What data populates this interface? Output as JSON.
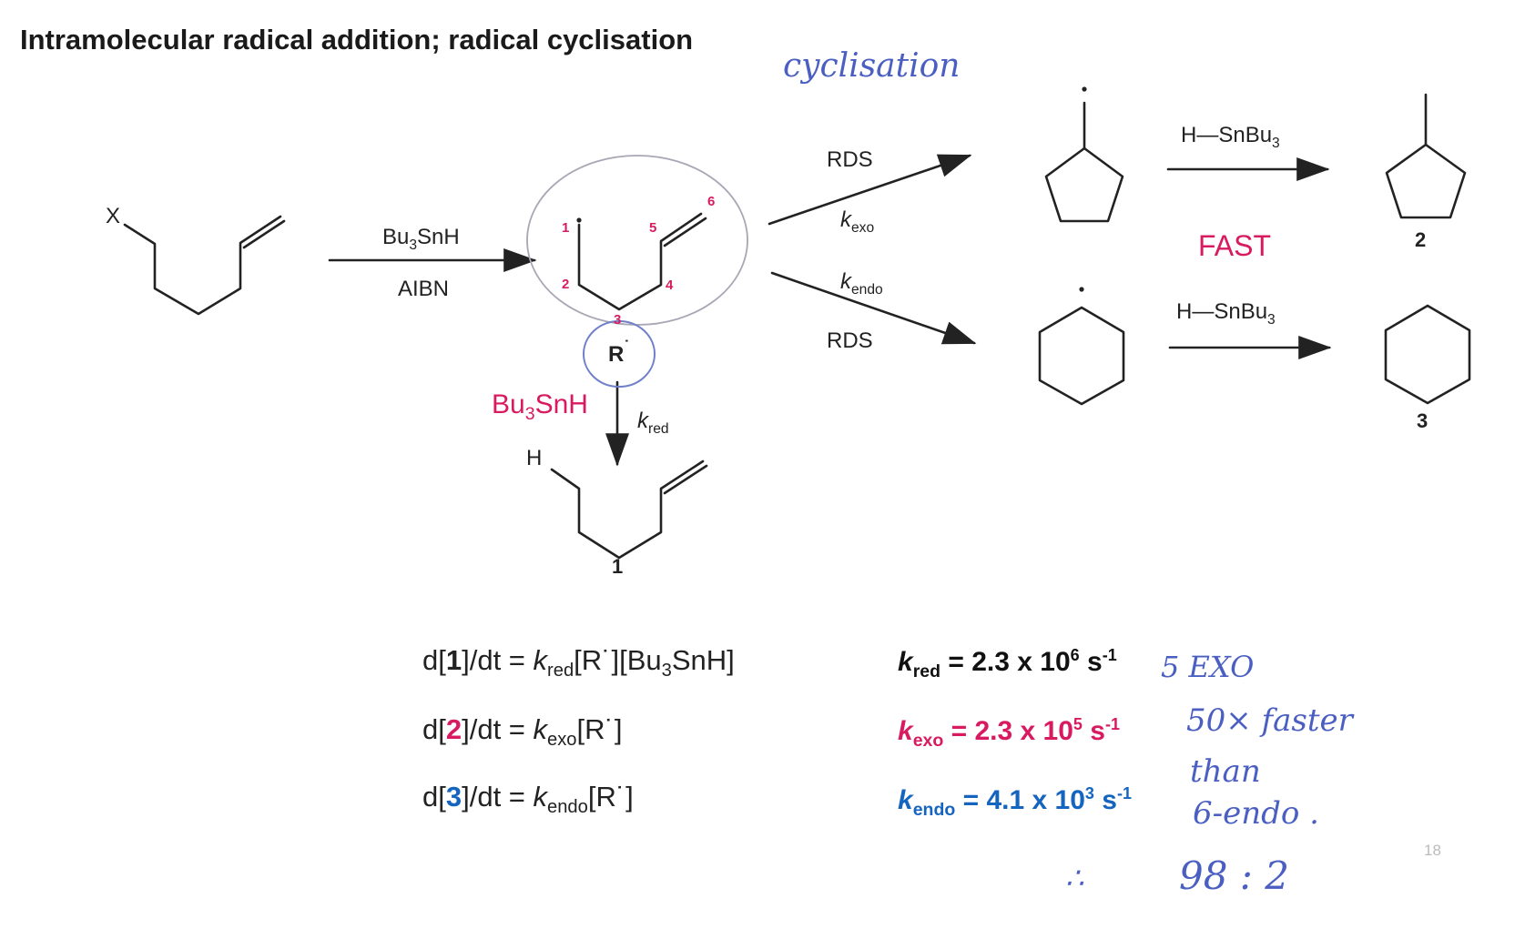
{
  "title": "Intramolecular radical addition; radical cyclisation",
  "reagents": {
    "step1_top": "Bu3SnH",
    "step1_bottom": "AIBN",
    "exo_top": "RDS",
    "exo_k": "kexo",
    "endo_k": "kendo",
    "endo_bottom": "RDS",
    "hsnbu3_top": "H—SnBu3",
    "hsnbu3_bottom": "H—SnBu3",
    "fast": "FAST",
    "red_reagent": "Bu3SnH",
    "red_k": "kred"
  },
  "atoms": {
    "x": "X",
    "h": "H",
    "r_radical": "R"
  },
  "atom_numbers": [
    "1",
    "2",
    "3",
    "4",
    "5",
    "6"
  ],
  "compound_labels": {
    "product_1": "1",
    "product_2": "2",
    "product_3": "3"
  },
  "equations": {
    "eq1_prefix": "d[",
    "eq1_num": "1",
    "eq1_suffix": "]/dt = ",
    "eq1_k": "k",
    "eq1_ksub": "red",
    "eq1_rest": "[R˙][Bu",
    "eq1_sub3": "3",
    "eq1_end": "SnH]",
    "eq2_prefix": "d[",
    "eq2_num": "2",
    "eq2_suffix": "]/dt = ",
    "eq2_k": "k",
    "eq2_ksub": "exo",
    "eq2_rest": "[R˙]",
    "eq3_prefix": "d[",
    "eq3_num": "3",
    "eq3_suffix": "]/dt = ",
    "eq3_k": "k",
    "eq3_ksub": "endo",
    "eq3_rest": "[R˙]"
  },
  "rate_constants": {
    "kred_sub": "red",
    "kred_value": " = 2.3 x 10",
    "kred_exp": "6",
    "kred_unit": " s",
    "kred_unit_exp": "-1",
    "kexo_sub": "exo",
    "kexo_value": " = 2.3 x 10",
    "kexo_exp": "5",
    "kexo_unit": " s",
    "kexo_unit_exp": "-1",
    "kendo_sub": "endo",
    "kendo_value": " = 4.1 x 10",
    "kendo_exp": "3",
    "kendo_unit": " s",
    "kendo_unit_exp": "-1"
  },
  "handwriting": {
    "cyclisation": "cyclisation",
    "note1": "5 EXO",
    "note2": "50× faster",
    "note3": "than",
    "note4": "6-endo .",
    "therefore": "∴",
    "ratio": "98 : 2"
  },
  "page_number": "18",
  "colors": {
    "accent_pink": "#d81b60",
    "accent_blue": "#1565c0",
    "handwriting": "#4a5fc1"
  }
}
